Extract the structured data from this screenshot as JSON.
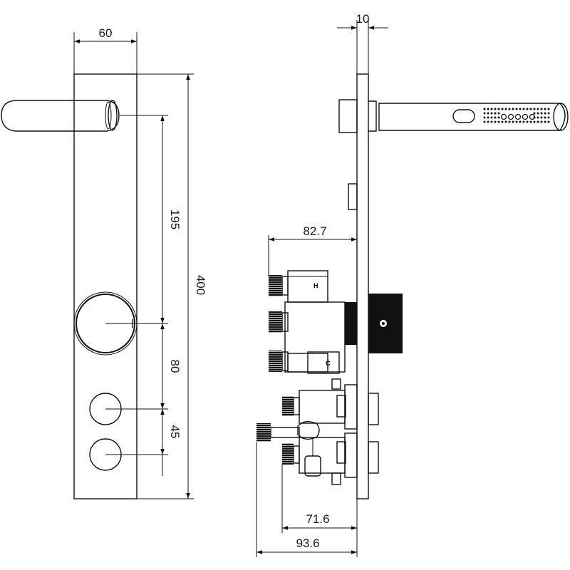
{
  "front_view": {
    "dimensions": {
      "width": "60",
      "height": "400",
      "outlet_to_knob": "195",
      "knob_to_button1": "80",
      "button_spacing": "45"
    }
  },
  "side_view": {
    "dimensions": {
      "plate_thickness": "10",
      "valve_depth": "82.7",
      "outlet_depth_1": "71.6",
      "outlet_depth_2": "93.6"
    },
    "labels": {
      "hot": "H",
      "cold": "C"
    }
  }
}
